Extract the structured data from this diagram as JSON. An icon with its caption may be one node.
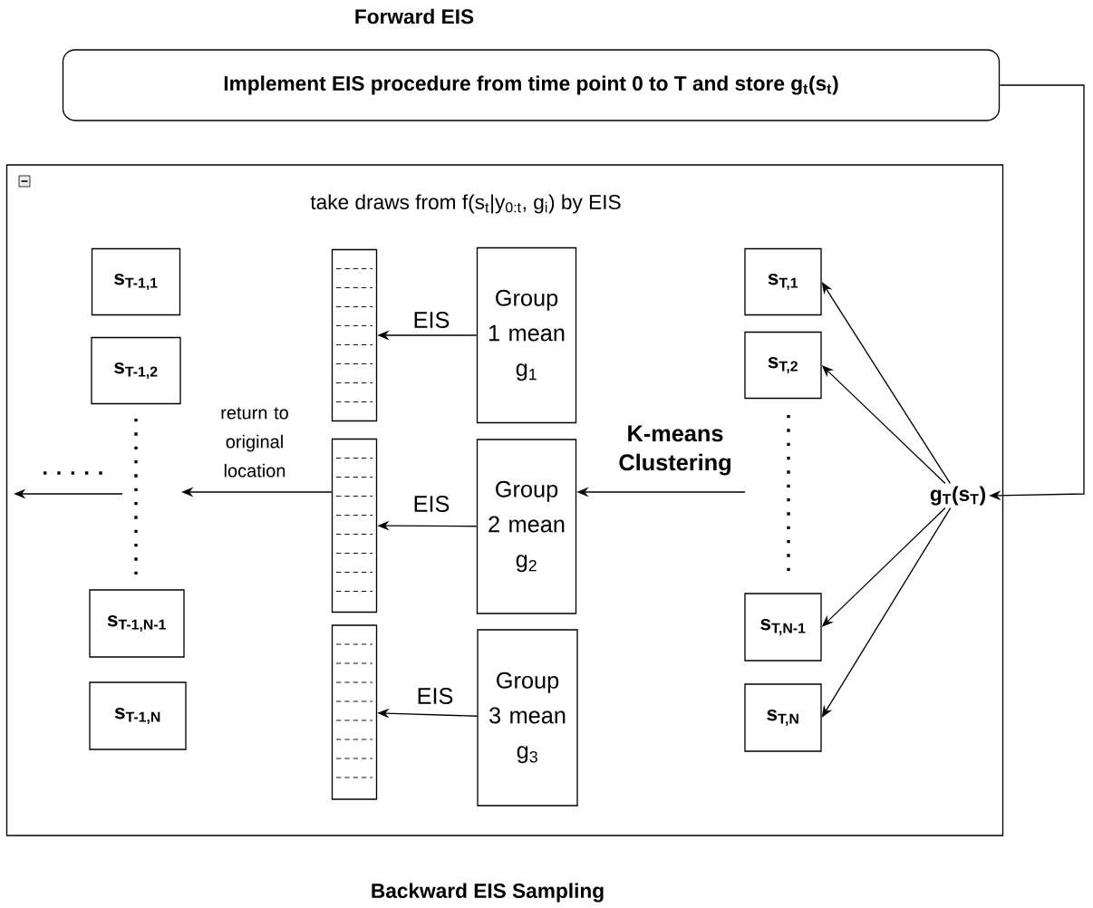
{
  "diagram": {
    "nodes": [
      {
        "text": [
          "Implement EIS procedure from time point 0 to T and store g$_{t}$(s$_{t}$)"
        ],
        "beside": [
          "Forward EIS"
        ]
      },
      {
        "text": [
          "take draws from f(s$_{t}$|y$_{0:t}$, g$_{i}$) by EIS"
        ],
        "beside": [
          "Backward EIS Sampling"
        ]
      },
      {
        "text": [
          "s$_{T-1,1}$"
        ],
        "in": 1
      },
      {
        "text": [
          "s$_{T-1,2}$"
        ],
        "in": 1
      },
      {
        "text": [
          "s$_{T-1,N-1}$"
        ],
        "in": 1
      },
      {
        "text": [
          "s$_{T-1,N}$"
        ],
        "in": 1
      },
      {
        "text": [],
        "shape": "bar",
        "in": 1
      },
      {
        "text": [],
        "shape": "bar",
        "in": 1
      },
      {
        "text": [],
        "shape": "bar",
        "in": 1
      },
      {
        "text": [
          "Group 1 mean g$_{1}$"
        ],
        "in": 1
      },
      {
        "text": [
          "Group 2 mean g$_{2}$"
        ],
        "in": 1
      },
      {
        "text": [
          "Group 3 mean g$_{3}$"
        ],
        "in": 1
      },
      {
        "text": [
          "s$_{T,1}$"
        ],
        "in": 1
      },
      {
        "text": [
          "s$_{T,2}$"
        ],
        "in": 1
      },
      {
        "text": [
          "s$_{T,N-1}$"
        ],
        "in": 1
      },
      {
        "text": [
          "s$_{T,N}$"
        ],
        "in": 1
      },
      {
        "text": [
          "g$_{T}$(s$_{T}$)"
        ],
        "in": 1
      }
    ],
    "edges": [
      {
        "from": 0,
        "to": 16,
        "arrow": "to"
      },
      {
        "from": 16,
        "to": 12,
        "arrow": "to"
      },
      {
        "from": 16,
        "to": 13,
        "arrow": "to"
      },
      {
        "from": 16,
        "to": 14,
        "arrow": "to"
      },
      {
        "from": 16,
        "to": 15,
        "arrow": "to"
      },
      {
        "from": null,
        "to": 10,
        "arrow": "to",
        "label": "K-means Clustering"
      },
      {
        "from": 9,
        "to": 6,
        "arrow": "to",
        "label": "EIS"
      },
      {
        "from": 10,
        "to": 7,
        "arrow": "to",
        "label": "EIS"
      },
      {
        "from": 11,
        "to": 8,
        "arrow": "to",
        "label": "EIS"
      },
      {
        "from": 7,
        "to": null,
        "arrow": "to",
        "label": "return to original location"
      }
    ]
  }
}
